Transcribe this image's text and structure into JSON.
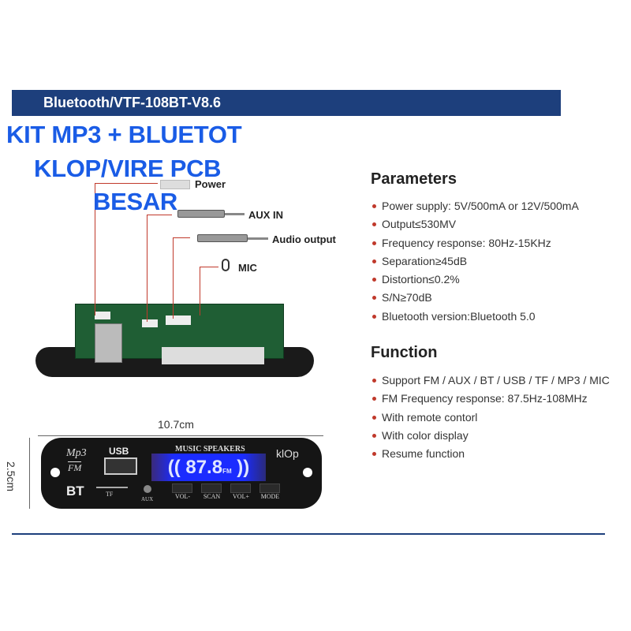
{
  "banner": {
    "title": "Bluetooth/VTF-108BT-V8.6"
  },
  "promo": {
    "line1": "KIT MP3 + BLUETOT",
    "line2": "KLOP/VIRE PCB",
    "line3": "BESAR"
  },
  "connectors": {
    "power": "Power",
    "aux_in": "AUX IN",
    "audio_output": "Audio output",
    "mic": "MIC"
  },
  "panel": {
    "width_label": "10.7cm",
    "height_label": "2.5cm",
    "mp3": "Mp3",
    "fm": "FM",
    "usb": "USB",
    "bt": "BT",
    "tf": "TF",
    "aux": "AUX",
    "music_speakers": "MUSIC SPEAKERS",
    "display_value": "87.8",
    "display_unit": "FM",
    "brand": "klOp",
    "buttons": [
      "VOL-",
      "SCAN",
      "VOL+",
      "MODE"
    ]
  },
  "parameters": {
    "title": "Parameters",
    "items": [
      "Power supply: 5V/500mA or 12V/500mA",
      "Output≤530MV",
      "Frequency response: 80Hz-15KHz",
      "Separation≥45dB",
      "Distortion≤0.2%",
      "S/N≥70dB",
      "Bluetooth version:Bluetooth 5.0"
    ]
  },
  "function": {
    "title": "Function",
    "items": [
      "Support FM / AUX / BT / USB / TF / MP3 / MIC",
      "FM Frequency response: 87.5Hz-108MHz",
      "With remote contorl",
      "With color display",
      "Resume function"
    ]
  },
  "colors": {
    "banner": "#1d3f7c",
    "promo": "#1a5ce6",
    "bullet": "#c0392b",
    "display": "#1b2cff"
  }
}
